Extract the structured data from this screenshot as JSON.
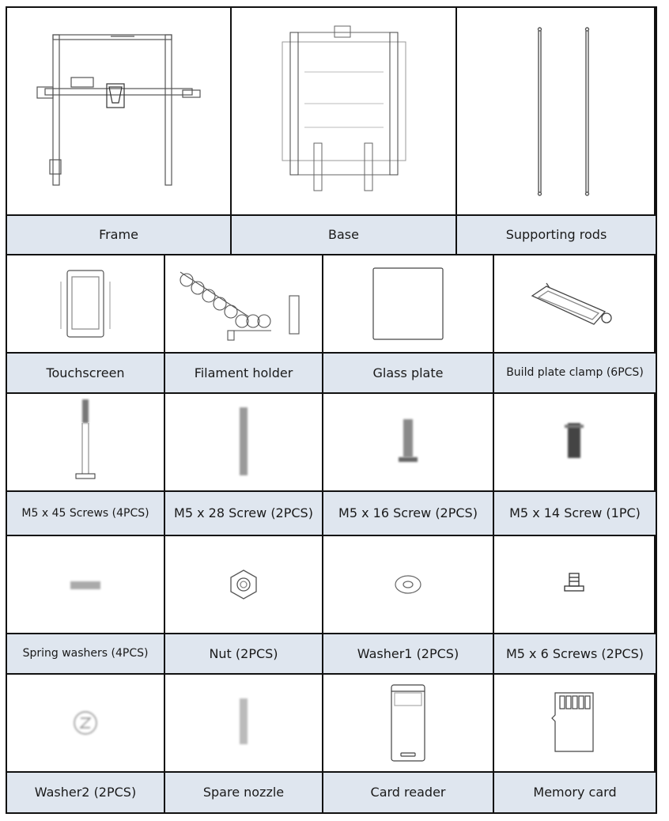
{
  "rows": [
    {
      "items": [
        {
          "id": "frame",
          "label": "Frame"
        },
        {
          "id": "base",
          "label": "Base"
        },
        {
          "id": "supporting-rods",
          "label": "Supporting rods"
        }
      ]
    },
    {
      "items": [
        {
          "id": "touchscreen",
          "label": "Touchscreen"
        },
        {
          "id": "filament-holder",
          "label": "Filament holder"
        },
        {
          "id": "glass-plate",
          "label": "Glass plate"
        },
        {
          "id": "build-plate-clamp",
          "label": "Build plate clamp (6PCS)"
        }
      ]
    },
    {
      "items": [
        {
          "id": "m5x45-screws",
          "label": "M5 x 45 Screws (4PCS)"
        },
        {
          "id": "m5x28-screw",
          "label": "M5 x 28 Screw (2PCS)"
        },
        {
          "id": "m5x16-screw",
          "label": "M5 x 16 Screw  (2PCS)"
        },
        {
          "id": "m5x14-screw",
          "label": "M5 x 14 Screw  (1PC)"
        }
      ]
    },
    {
      "items": [
        {
          "id": "spring-washers",
          "label": "Spring washers (4PCS)"
        },
        {
          "id": "nut",
          "label": "Nut (2PCS)"
        },
        {
          "id": "washer1",
          "label": "Washer1 (2PCS)"
        },
        {
          "id": "m5x6-screws",
          "label": "M5 x 6 Screws  (2PCS)"
        }
      ]
    },
    {
      "items": [
        {
          "id": "washer2",
          "label": "Washer2 (2PCS)"
        },
        {
          "id": "spare-nozzle",
          "label": "Spare nozzle"
        },
        {
          "id": "card-reader",
          "label": "Card reader"
        },
        {
          "id": "memory-card",
          "label": "Memory card"
        }
      ]
    }
  ]
}
